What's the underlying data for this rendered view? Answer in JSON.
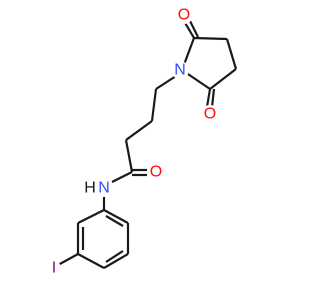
{
  "molecule": {
    "atoms": {
      "o_top": "O",
      "n_ring": "N",
      "o_ring_bottom": "O",
      "o_amide": "O",
      "n_amide": "N",
      "h_amide": "H",
      "iodine": "I"
    }
  },
  "colors": {
    "bond": "#1a1a1a",
    "oxygen": "#ff0d0d",
    "nitrogen": "#3050f8",
    "iodine": "#940094",
    "hydrogen": "#1a1a1a"
  }
}
